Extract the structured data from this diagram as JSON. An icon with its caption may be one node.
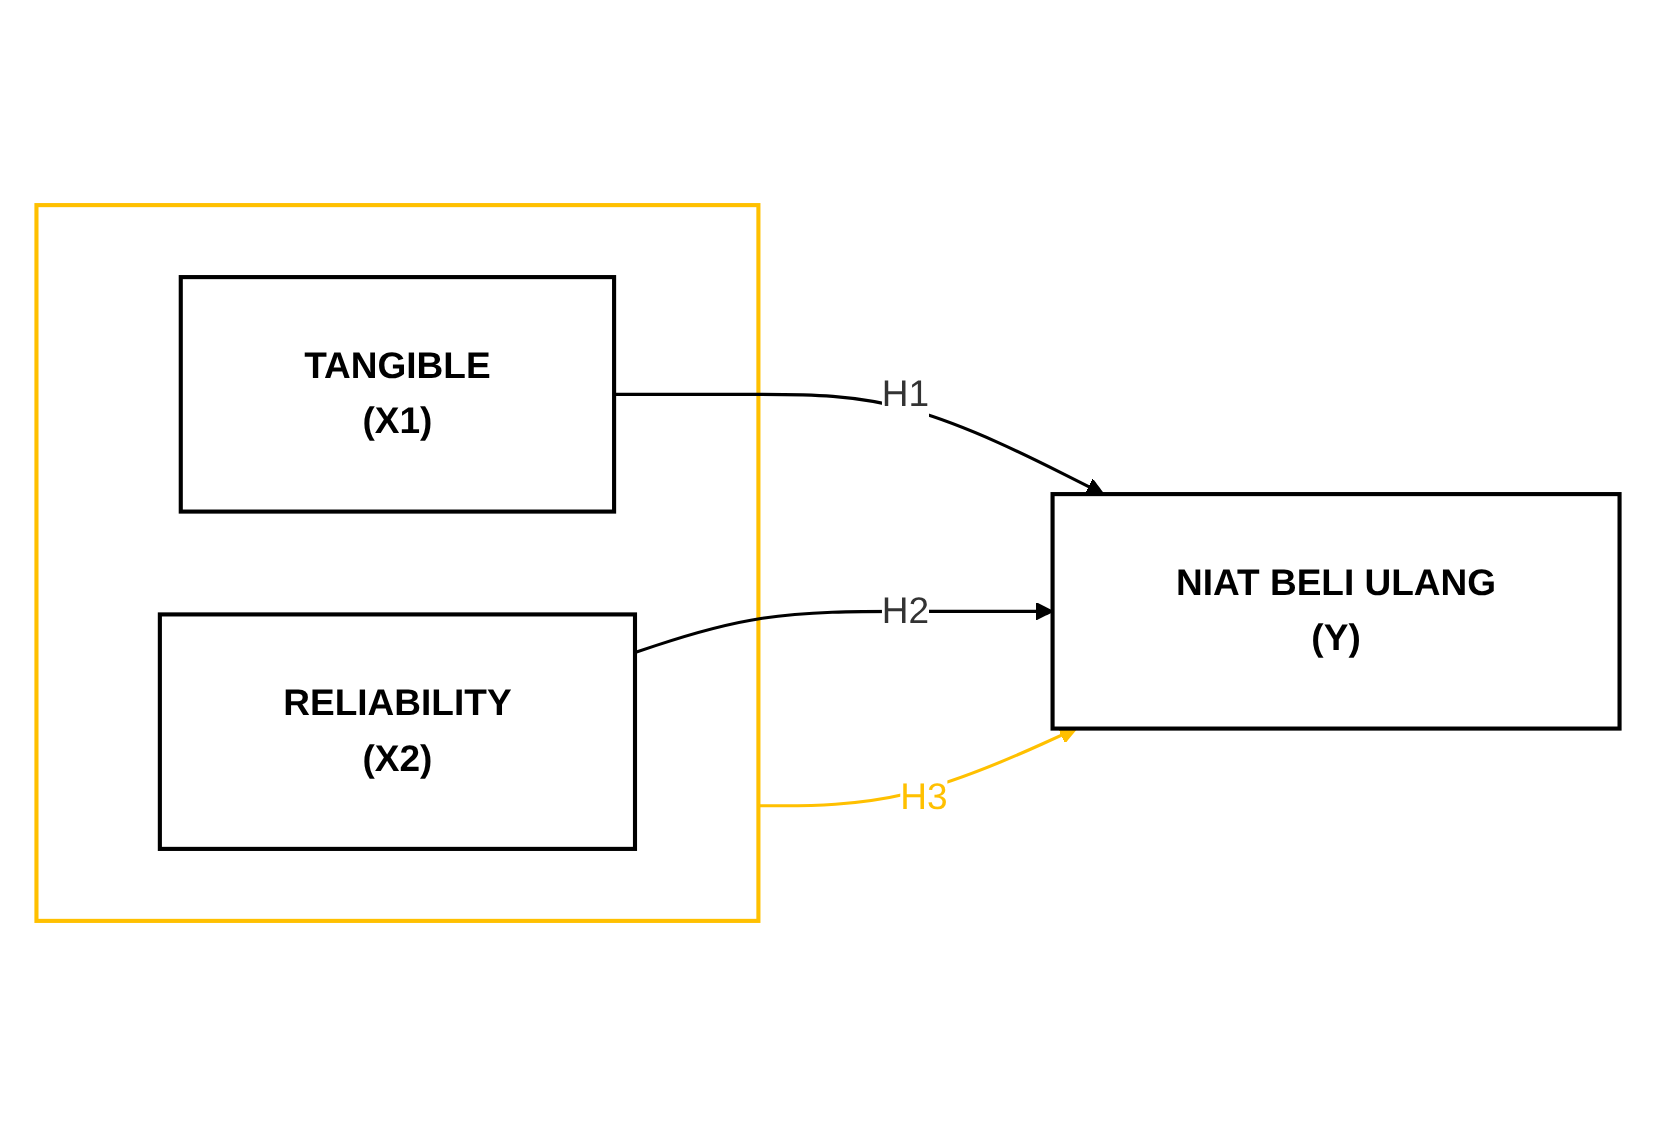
{
  "diagram": {
    "nodes": [
      {
        "text": [],
        "shape": "box"
      },
      {
        "text": [
          "TANGIBLE",
          "(X1)"
        ],
        "in": 0
      },
      {
        "text": [
          "RELIABILITY",
          "(X2)"
        ],
        "in": 0
      },
      {
        "text": [
          "NIAT BELI ULANG",
          "(Y)"
        ]
      }
    ],
    "edges": [
      {
        "from": 1,
        "to": 3,
        "arrow": "to",
        "label": "H1"
      },
      {
        "from": 2,
        "to": 3,
        "arrow": "to",
        "label": "H2"
      },
      {
        "from": 0,
        "to": 3,
        "arrow": "to",
        "label": "H3",
        "color": "#ffc000"
      }
    ]
  }
}
